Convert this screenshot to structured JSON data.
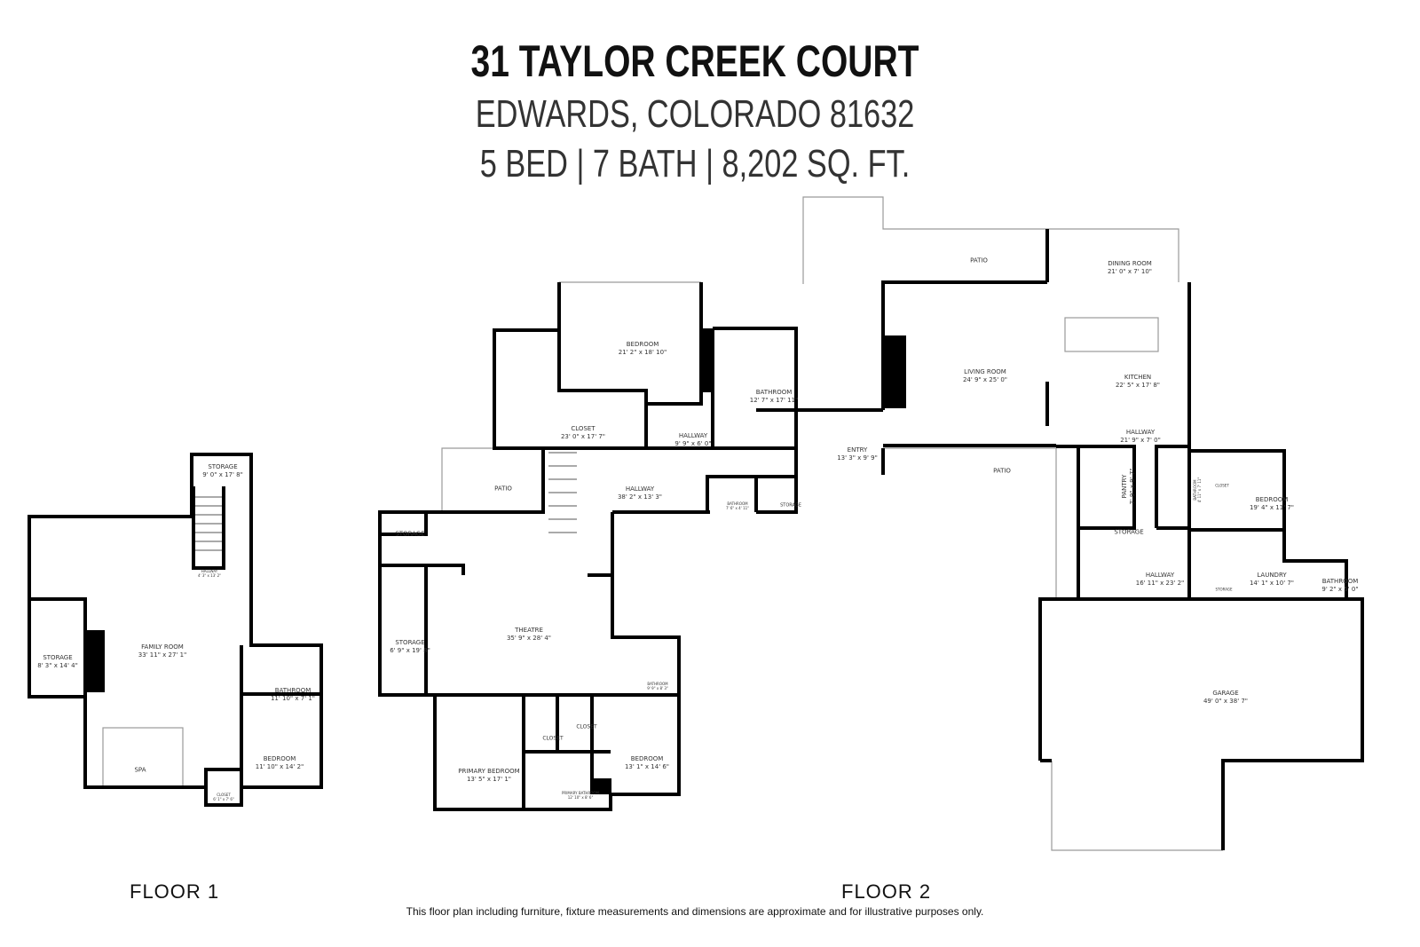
{
  "header": {
    "address": "31 TAYLOR CREEK COURT",
    "city": "EDWARDS, COLORADO 81632",
    "summary": "5 BED | 7 BATH | 8,202 SQ. FT."
  },
  "floor1": {
    "label": "FLOOR 1",
    "rooms": [
      {
        "name": "STORAGE",
        "dims": "9' 0\" x 17' 8\""
      },
      {
        "name": "HALLWAY",
        "dims": "4' 3\" x 13' 2\""
      },
      {
        "name": "FAMILY ROOM",
        "dims": "33' 11\" x 27' 1\""
      },
      {
        "name": "STORAGE",
        "dims": "8' 3\" x 14' 4\""
      },
      {
        "name": "BATHROOM",
        "dims": "11' 10\" x 7' 1\""
      },
      {
        "name": "BEDROOM",
        "dims": "11' 10\" x 14' 2\""
      },
      {
        "name": "SPA",
        "dims": ""
      },
      {
        "name": "CLOSET",
        "dims": "6' 1\" x 7' 6\""
      }
    ]
  },
  "floor2": {
    "label": "FLOOR 2",
    "rooms": [
      {
        "name": "BEDROOM",
        "dims": "21' 2\" x 18' 10\""
      },
      {
        "name": "BATHROOM",
        "dims": "12' 7\" x 17' 11\""
      },
      {
        "name": "CLOSET",
        "dims": "23' 0\" x 17' 7\""
      },
      {
        "name": "HALLWAY",
        "dims": "9' 9\" x 6' 0\""
      },
      {
        "name": "PATIO",
        "dims": ""
      },
      {
        "name": "HALLWAY",
        "dims": "38' 2\" x 13' 3\""
      },
      {
        "name": "BATHROOM",
        "dims": "7' 6\" x 4' 11\""
      },
      {
        "name": "STORAGE",
        "dims": ""
      },
      {
        "name": "STORAGE",
        "dims": ""
      },
      {
        "name": "STORAGE",
        "dims": "6' 9\" x 19' 8\""
      },
      {
        "name": "THEATRE",
        "dims": "35' 9\" x 28' 4\""
      },
      {
        "name": "BATHROOM",
        "dims": "9' 9\" x 8' 3\""
      },
      {
        "name": "PRIMARY BEDROOM",
        "dims": "13' 5\" x 17' 1\""
      },
      {
        "name": "CLOSET",
        "dims": ""
      },
      {
        "name": "CLOSET",
        "dims": ""
      },
      {
        "name": "PRIMARY BATHROOM",
        "dims": "12' 10\" x 8' 6\""
      },
      {
        "name": "BEDROOM",
        "dims": "13' 1\" x 14' 6\""
      },
      {
        "name": "PATIO",
        "dims": ""
      },
      {
        "name": "DINING ROOM",
        "dims": "21' 0\" x 7' 10\""
      },
      {
        "name": "LIVING ROOM",
        "dims": "24' 9\" x 25' 0\""
      },
      {
        "name": "KITCHEN",
        "dims": "22' 5\" x 17' 8\""
      },
      {
        "name": "HALLWAY",
        "dims": "21' 9\" x 7' 0\""
      },
      {
        "name": "ENTRY",
        "dims": "13' 3\" x 9' 9\""
      },
      {
        "name": "PATIO",
        "dims": ""
      },
      {
        "name": "PANTRY",
        "dims": "7' 9\" x 9' 7\""
      },
      {
        "name": "STORAGE",
        "dims": ""
      },
      {
        "name": "BATHROOM",
        "dims": "4' 11\" x 7' 11\""
      },
      {
        "name": "CLOSET",
        "dims": ""
      },
      {
        "name": "BEDROOM",
        "dims": "19' 4\" x 11' 7\""
      },
      {
        "name": "HALLWAY",
        "dims": "16' 11\" x 23' 2\""
      },
      {
        "name": "LAUNDRY",
        "dims": "14' 1\" x 10' 7\""
      },
      {
        "name": "STORAGE",
        "dims": ""
      },
      {
        "name": "BATHROOM",
        "dims": "9' 2\" x 5' 0\""
      },
      {
        "name": "GARAGE",
        "dims": "49' 0\" x 38' 7\""
      }
    ]
  },
  "disclaimer": "This floor plan including furniture, fixture measurements and dimensions are approximate and for illustrative purposes only.",
  "colors": {
    "wall": "#000000",
    "outline": "#9a9a9a",
    "text": "#333333"
  }
}
